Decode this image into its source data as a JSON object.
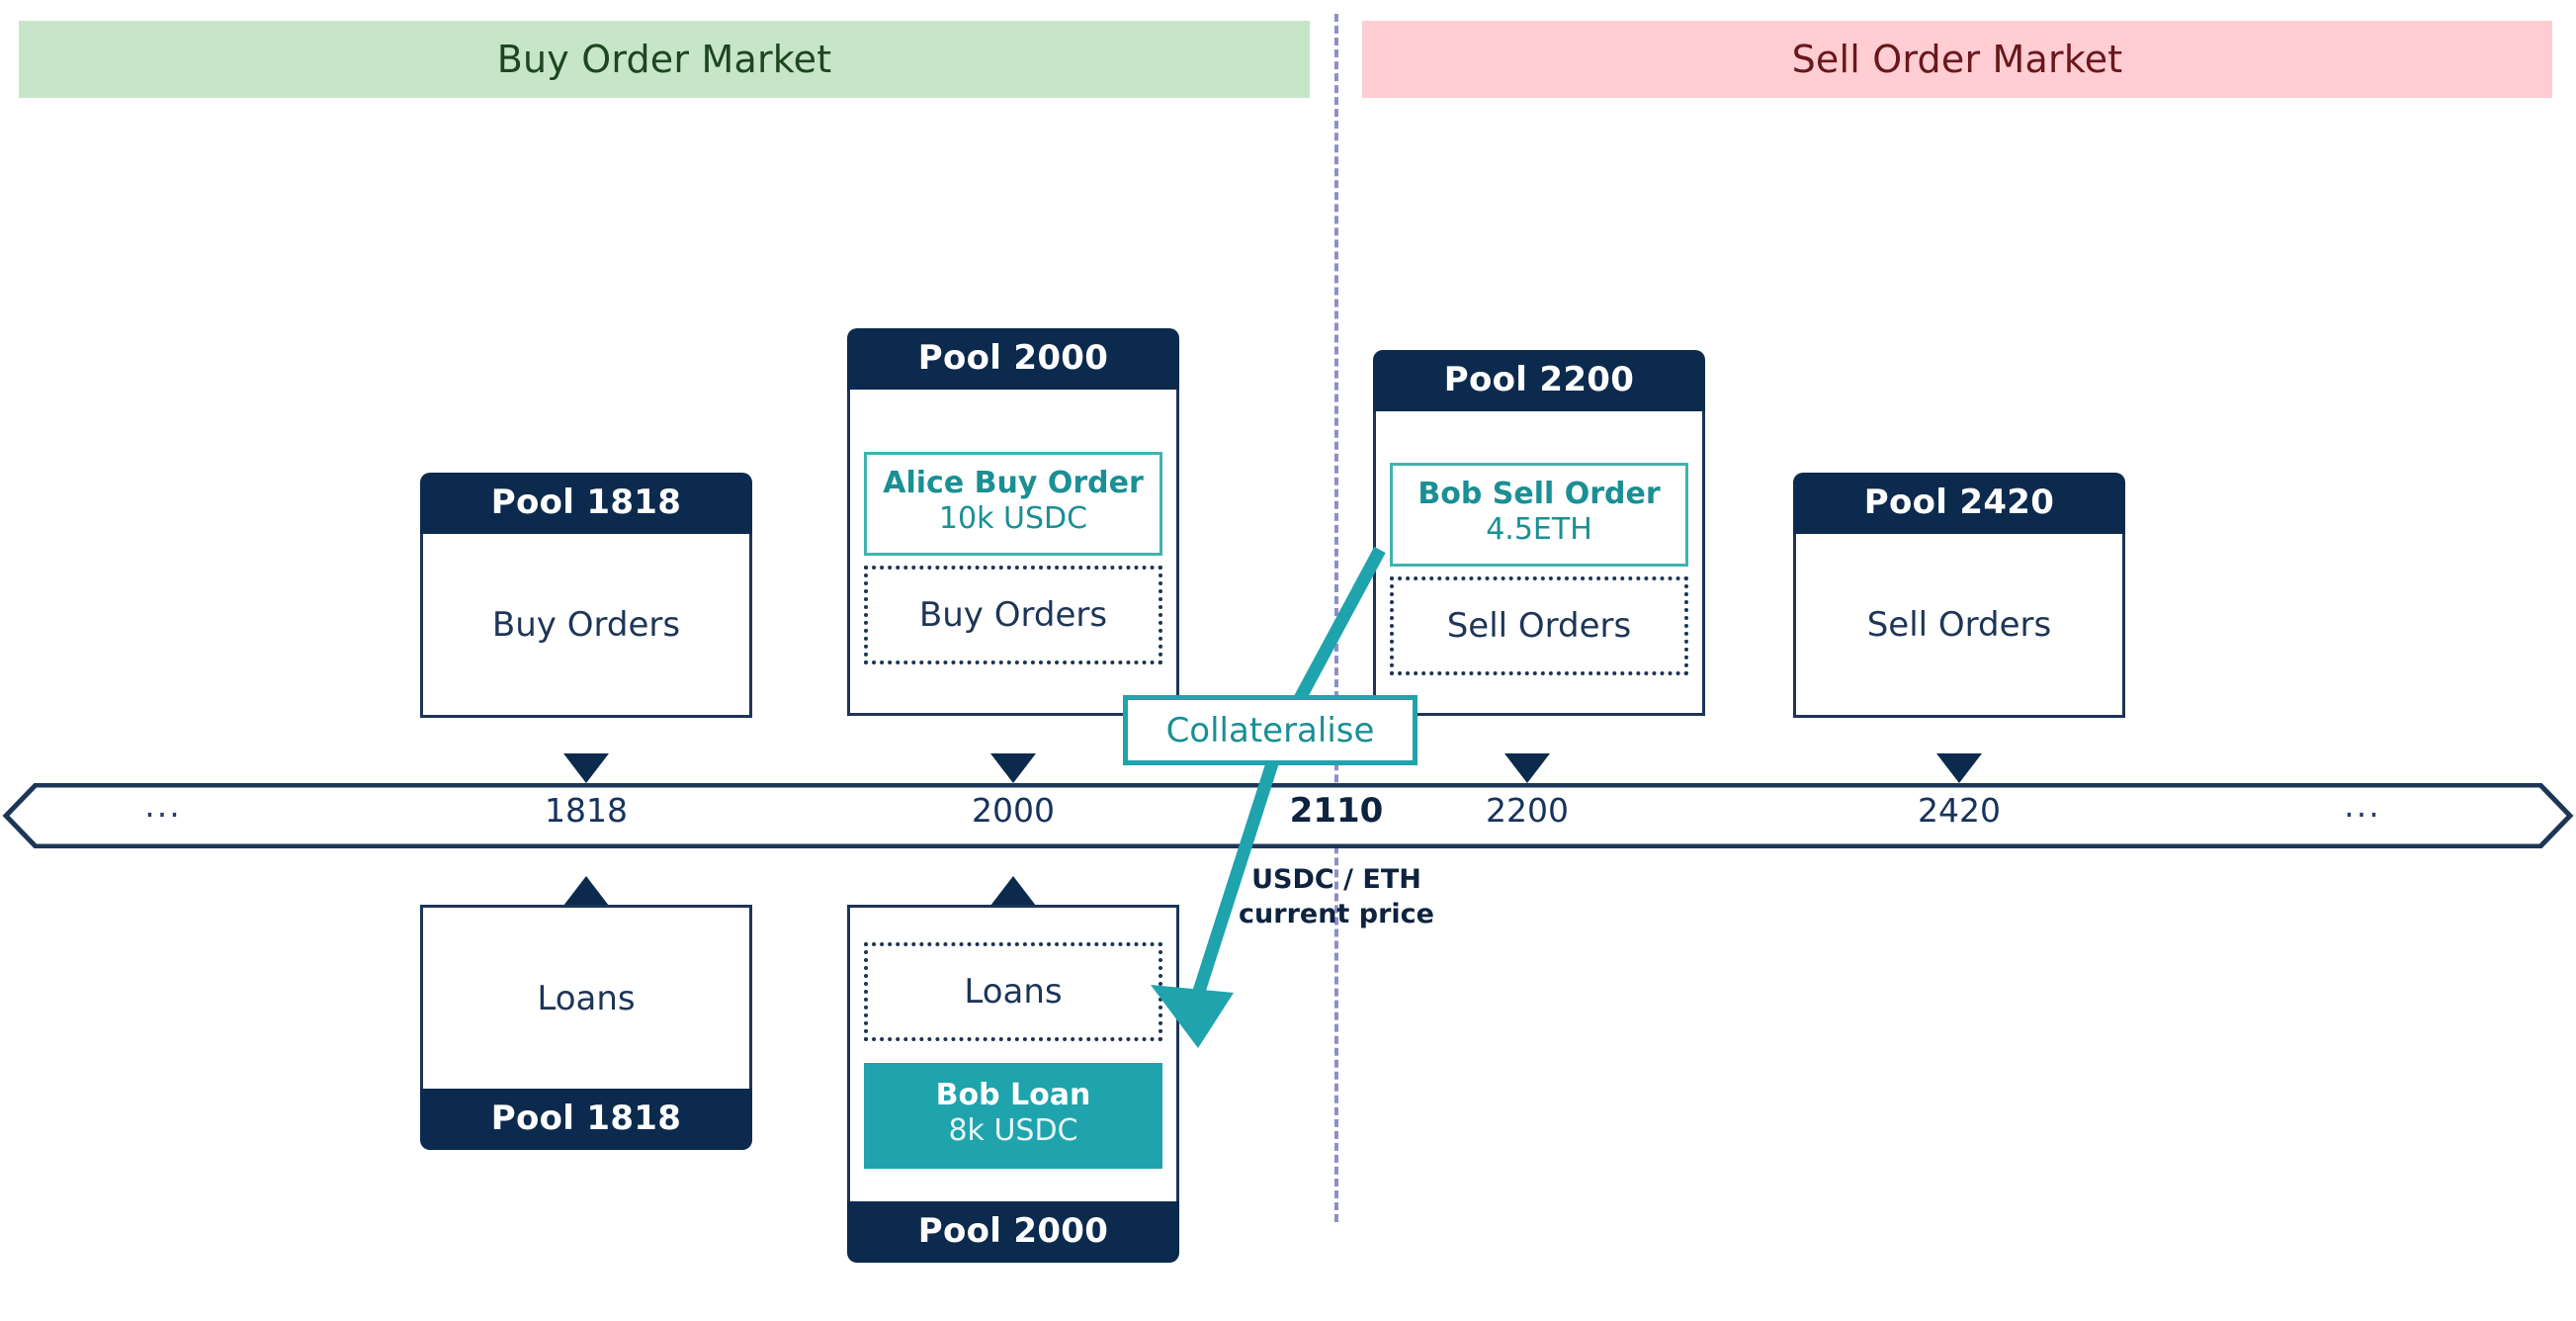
{
  "markets": {
    "buy": {
      "label": "Buy Order Market",
      "bg": "#c7e6c9",
      "fg": "#1e4620"
    },
    "sell": {
      "label": "Sell Order Market",
      "bg": "#ffcdd2",
      "fg": "#69171b"
    }
  },
  "axis": {
    "left_ellipsis": "...",
    "right_ellipsis": "...",
    "ticks": [
      {
        "label": "1818",
        "current": false
      },
      {
        "label": "2000",
        "current": false
      },
      {
        "label": "2110",
        "current": true
      },
      {
        "label": "2200",
        "current": false
      },
      {
        "label": "2420",
        "current": false
      }
    ],
    "current_price_caption_line1": "USDC / ETH",
    "current_price_caption_line2": "current price"
  },
  "pools": {
    "buy_1818": {
      "title": "Pool 1818",
      "slot": "Buy Orders"
    },
    "buy_2000": {
      "title": "Pool 2000",
      "order_name": "Alice Buy Order",
      "order_amount": "10k USDC",
      "slot": "Buy Orders"
    },
    "sell_2200": {
      "title": "Pool 2200",
      "order_name": "Bob Sell Order",
      "order_amount": "4.5ETH",
      "slot": "Sell Orders"
    },
    "sell_2420": {
      "title": "Pool 2420",
      "slot": "Sell Orders"
    },
    "loans_1818": {
      "title": "Pool 1818",
      "slot": "Loans"
    },
    "loans_2000": {
      "title": "Pool 2000",
      "slot": "Loans",
      "loan_name": "Bob Loan",
      "loan_amount": "8k USDC"
    }
  },
  "connector": {
    "label": "Collateralise",
    "color": "#1fa3ad"
  },
  "colors": {
    "navy": "#0c2a4d",
    "navy_border": "#1d3557",
    "teal": "#1fa3ad",
    "teal_text": "#1a8f94",
    "divider": "#8e8ec9"
  }
}
